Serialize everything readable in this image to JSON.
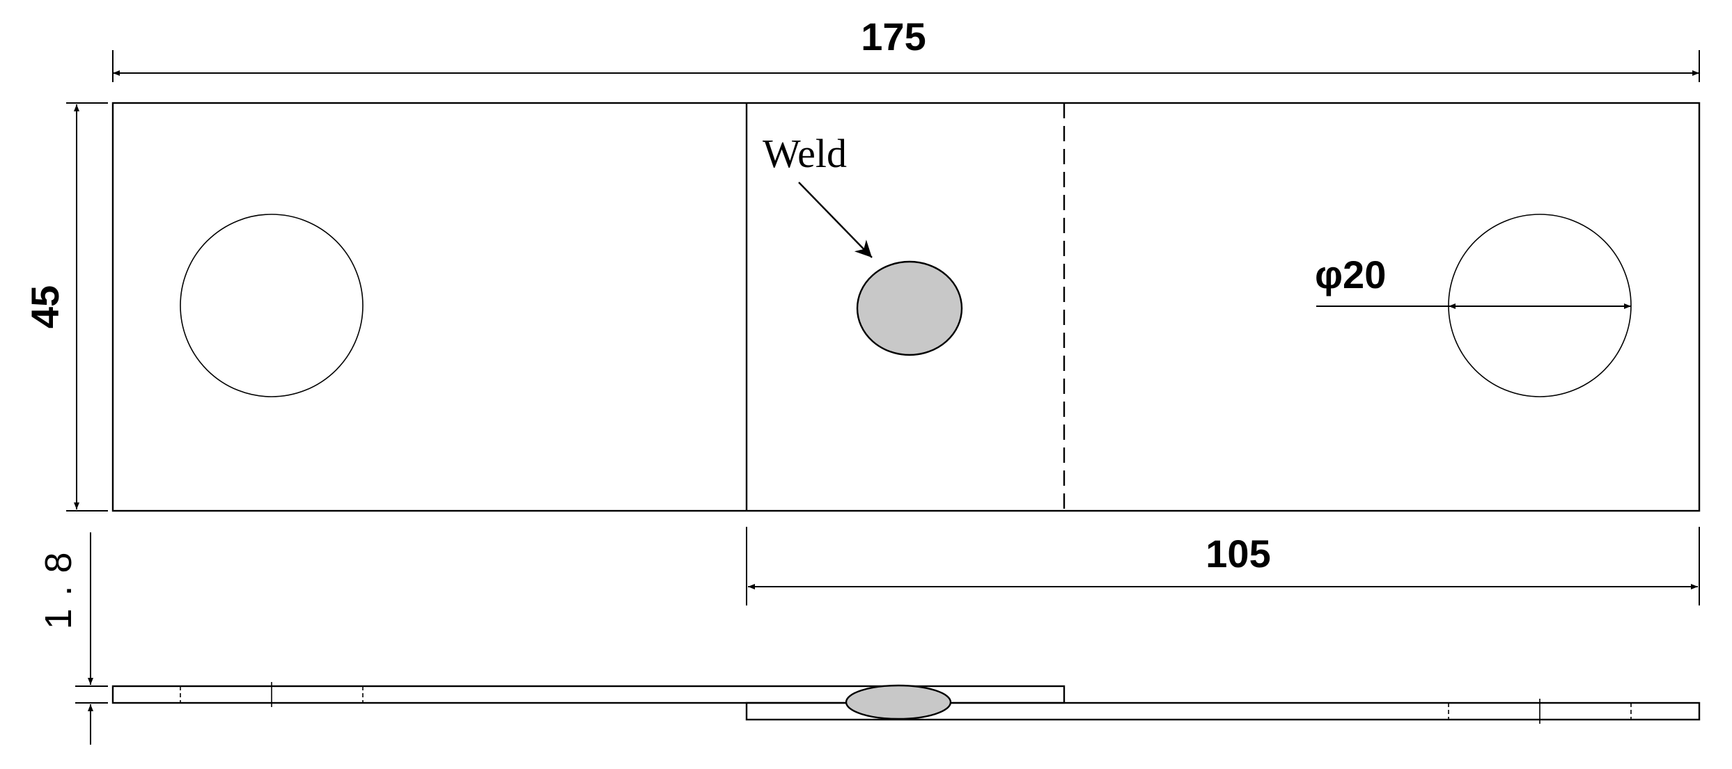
{
  "dimensions": {
    "overall_length": "175",
    "width": "45",
    "overlap_length": "105",
    "hole_diameter": "φ20",
    "thickness": "1.8"
  },
  "labels": {
    "weld": "Weld"
  }
}
